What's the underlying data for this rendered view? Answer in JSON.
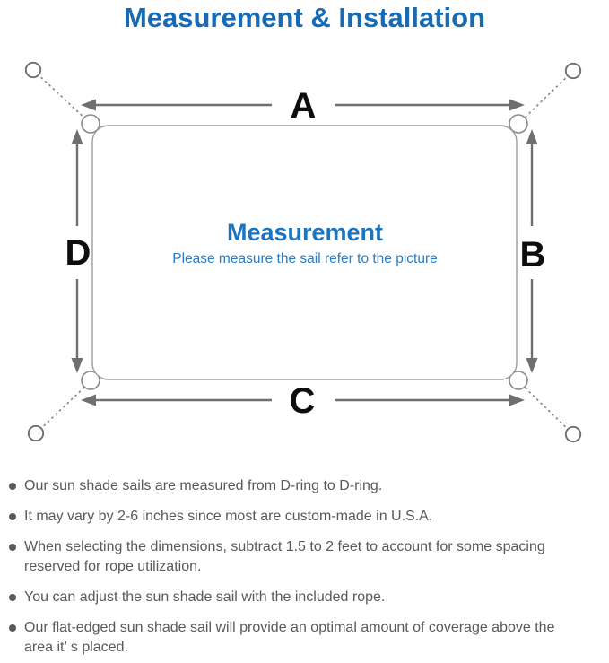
{
  "title": "Measurement & Installation",
  "colors": {
    "title_blue": "#176ab4",
    "center_blue": "#1a74c4",
    "subtitle_blue": "#2b7cc2",
    "label_black": "#0d0d0d",
    "arrow_gray": "#6f6f6f",
    "outline_gray": "#9c9c9c",
    "note_gray": "#595959"
  },
  "diagram": {
    "labels": {
      "top": "A",
      "right": "B",
      "bottom": "C",
      "left": "D"
    },
    "center_title": "Measurement",
    "center_subtitle": "Please measure the sail refer to the picture"
  },
  "notes": [
    "Our sun shade sails are measured from D-ring to D-ring.",
    "It may vary by 2-6 inches since most are custom-made in U.S.A.",
    "When selecting the dimensions, subtract 1.5 to 2 feet to account for some spacing reserved for rope utilization.",
    "You can adjust the sun shade sail with the included rope.",
    "Our flat-edged sun shade sail will provide an optimal amount of coverage above the area it’ s placed."
  ]
}
